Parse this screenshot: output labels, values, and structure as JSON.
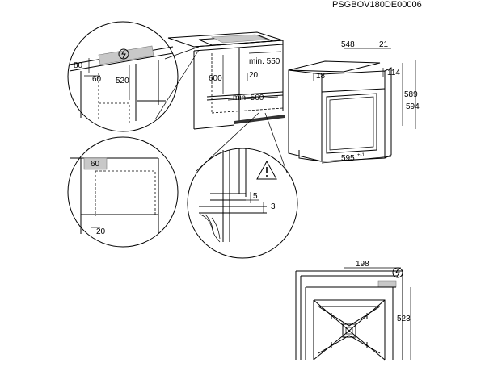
{
  "diagram_code": "PSGBOV180DE00006",
  "dimensions": {
    "d80": "80",
    "d60_side": "60",
    "d520": "520",
    "d600": "600",
    "d20_top": "20",
    "min550": "min. 550",
    "min560": "min. 560",
    "d548": "548",
    "d21": "21",
    "d18": "18",
    "d114": "114",
    "d589": "589",
    "d594": "594",
    "d595": "595",
    "d595_tol": "+-1",
    "d60_box": "60",
    "d20_bottom": "20",
    "d5": "5",
    "d3": "3",
    "d198": "198",
    "d523": "523"
  },
  "icons": {
    "power_icon_1": "power-socket-icon",
    "power_icon_2": "power-socket-icon",
    "warning_icon": "warning-triangle-icon"
  }
}
